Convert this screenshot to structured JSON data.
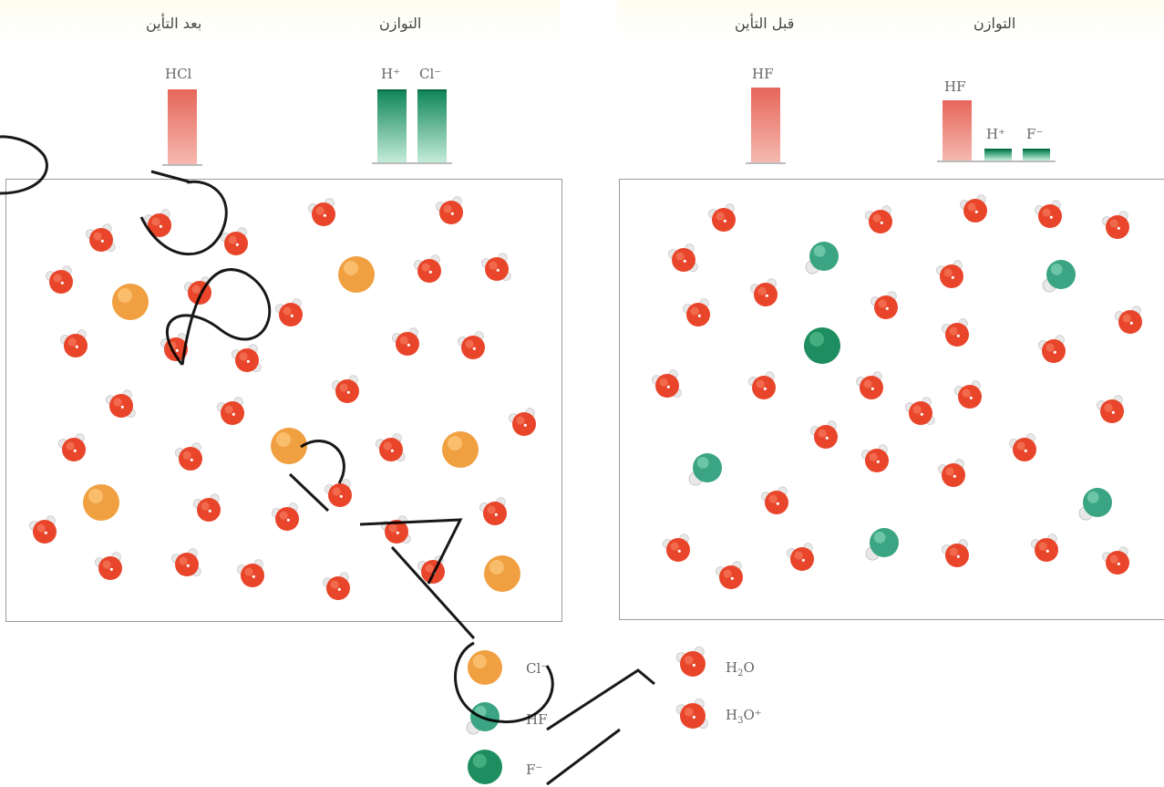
{
  "left_panel": {
    "header_after": "بعد التأين",
    "header_eq": "التوازن",
    "bar_hcl": "HCl",
    "bar_h_plus": "H⁺",
    "bar_cl_minus": "Cl⁻"
  },
  "right_panel": {
    "header_before": "قبل التأين",
    "header_eq": "التوازن",
    "bar_hf_before": "HF",
    "bar_hf_eq": "HF",
    "bar_h_plus": "H⁺",
    "bar_f_minus": "F⁻"
  },
  "legend": {
    "cl": "Cl⁻",
    "hf": "HF",
    "f": "F⁻",
    "h2o_prefix": "H",
    "h2o_sub": "2",
    "h2o_suffix": "O",
    "h3o_prefix": "H",
    "h3o_sub": "3",
    "h3o_suffix": "O⁺"
  },
  "colors": {
    "water": "#e8452a",
    "chloride": "#f0a040",
    "hf": "#3aa483",
    "fluoride": "#1e8d5f",
    "watermark": "#000000"
  },
  "icons": {
    "water": "water-molecule-icon",
    "hydronium": "hydronium-ion-icon",
    "chloride": "chloride-ion-icon",
    "hf": "hf-molecule-icon",
    "fluoride": "fluoride-ion-icon"
  }
}
